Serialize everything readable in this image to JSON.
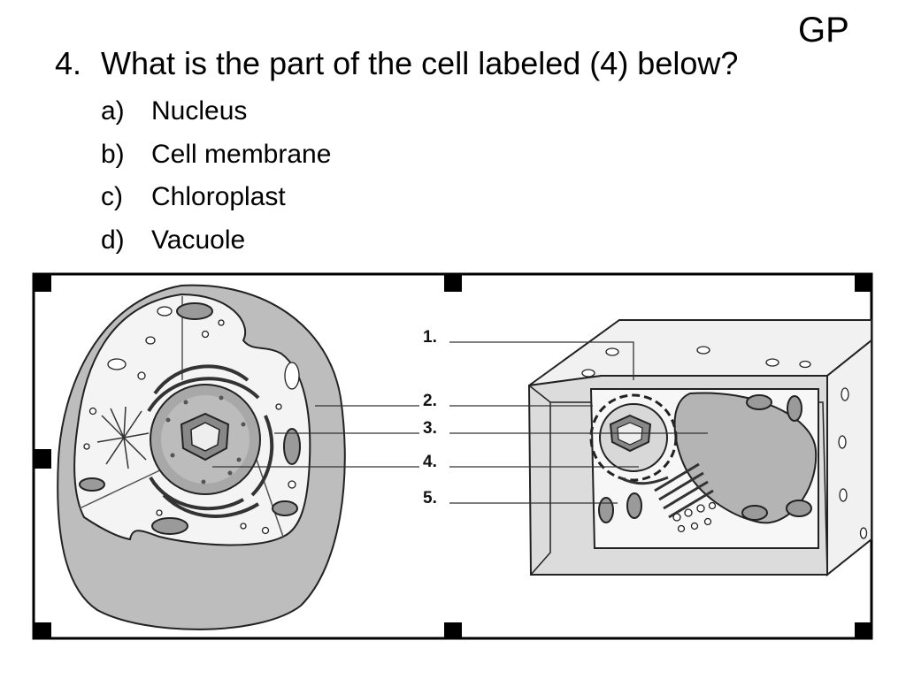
{
  "corner_tag": "GP",
  "question": {
    "number": "4.",
    "text": "What is the part of the cell labeled (4) below?"
  },
  "options": [
    {
      "letter": "a)",
      "text": "Nucleus"
    },
    {
      "letter": "b)",
      "text": "Cell membrane"
    },
    {
      "letter": "c)",
      "text": "Chloroplast"
    },
    {
      "letter": "d)",
      "text": "Vacuole"
    }
  ],
  "diagram": {
    "labels": [
      "1.",
      "2.",
      "3.",
      "4.",
      "5."
    ]
  }
}
